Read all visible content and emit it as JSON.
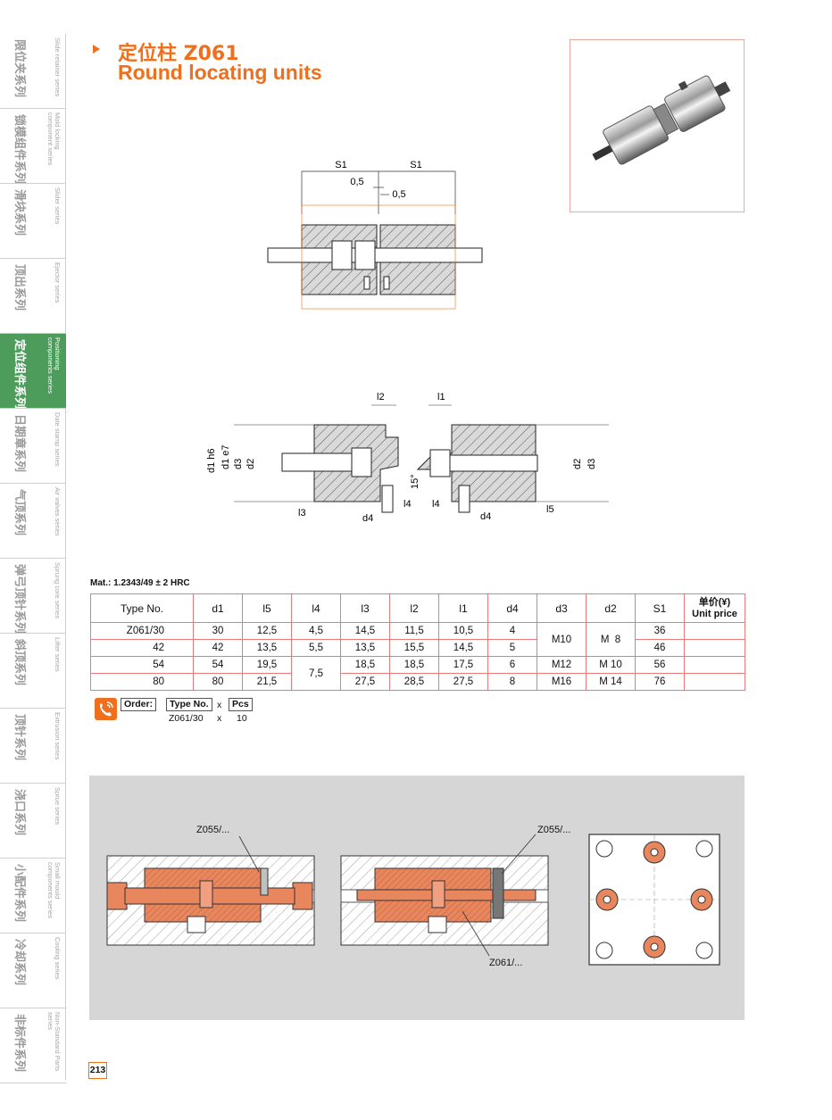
{
  "sidebar": {
    "items": [
      {
        "cn": "限位夹系列",
        "en": "Slide retainer series",
        "active": false
      },
      {
        "cn": "锁模组件系列",
        "en": "Mold locking component series",
        "active": false
      },
      {
        "cn": "滑块系列",
        "en": "Slider series",
        "active": false
      },
      {
        "cn": "顶出系列",
        "en": "Ejector series",
        "active": false
      },
      {
        "cn": "定位组件系列",
        "en": "Positioning components series",
        "active": true
      },
      {
        "cn": "日期章系列",
        "en": "Date stamp series",
        "active": false
      },
      {
        "cn": "气顶系列",
        "en": "Air valves series",
        "active": false
      },
      {
        "cn": "弹弓顶针系列",
        "en": "Sprung core series",
        "active": false
      },
      {
        "cn": "斜顶系列",
        "en": "Lifter series",
        "active": false
      },
      {
        "cn": "顶针系列",
        "en": "Extrusion series",
        "active": false
      },
      {
        "cn": "浇口系列",
        "en": "Sprue series",
        "active": false
      },
      {
        "cn": "小配件系列",
        "en": "Small mould components series",
        "active": false
      },
      {
        "cn": "冷却系列",
        "en": "Cooling series",
        "active": false
      },
      {
        "cn": "非标件系列",
        "en": "Non-Standard Parts series",
        "active": false
      }
    ]
  },
  "header": {
    "title_cn": "定位柱 Z061",
    "title_en": "Round locating units"
  },
  "diagram_top": {
    "s1_left": "S1",
    "s1_right": "S1",
    "gap_a": "0,5",
    "gap_b": "0,5"
  },
  "diagram_mid": {
    "l2": "l2",
    "l1": "l1",
    "d1h6": "d1 h6",
    "d1e7": "d1 e7",
    "d3_left": "d3",
    "d2_left": "d2",
    "l3": "l3",
    "d4_left": "d4",
    "l4_left": "l4",
    "angle": "15°",
    "l4_right": "l4",
    "d4_right": "d4",
    "d2_right": "d2",
    "d3_right": "d3",
    "l5": "l5"
  },
  "material": "Mat.: 1.2343/49 ± 2 HRC",
  "table": {
    "headers": [
      "Type No.",
      "d1",
      "l5",
      "l4",
      "l3",
      "l2",
      "l1",
      "d4",
      "d3",
      "d2",
      "S1"
    ],
    "price_header_cn": "单价(¥)",
    "price_header_en": "Unit price",
    "rows": [
      {
        "type": "Z061/30",
        "d1": "30",
        "l5": "12,5",
        "l4": "4,5",
        "l3": "14,5",
        "l2": "11,5",
        "l1": "10,5",
        "d4": "4",
        "s1": "36"
      },
      {
        "type": "42",
        "d1": "42",
        "l5": "13,5",
        "l4": "5,5",
        "l3": "13,5",
        "l2": "15,5",
        "l1": "14,5",
        "d4": "5",
        "s1": "46"
      },
      {
        "type": "54",
        "d1": "54",
        "l5": "19,5",
        "l3": "18,5",
        "l2": "18,5",
        "l1": "17,5",
        "d4": "6",
        "d3": "M12",
        "d2": "M 10",
        "s1": "56"
      },
      {
        "type": "80",
        "d1": "80",
        "l5": "21,5",
        "l3": "27,5",
        "l2": "28,5",
        "l1": "27,5",
        "d4": "8",
        "d3": "M16",
        "d2": "M 14",
        "s1": "76"
      }
    ],
    "merged_d3": "M10",
    "merged_d2": "M  8",
    "merged_l4": "7,5"
  },
  "order": {
    "label": "Order:",
    "type_label": "Type No.",
    "x1": "x",
    "pcs_label": "Pcs",
    "example_type": "Z061/30",
    "x2": "x",
    "example_qty": "10"
  },
  "application": {
    "label_left": "Z055/...",
    "label_right": "Z055/...",
    "label_bottom": "Z061/..."
  },
  "page_number": "213",
  "colors": {
    "accent": "#ef6f1c",
    "active_nav": "#4e9c5c",
    "table_border": "#e97a7a",
    "copper": "#e8865e"
  }
}
